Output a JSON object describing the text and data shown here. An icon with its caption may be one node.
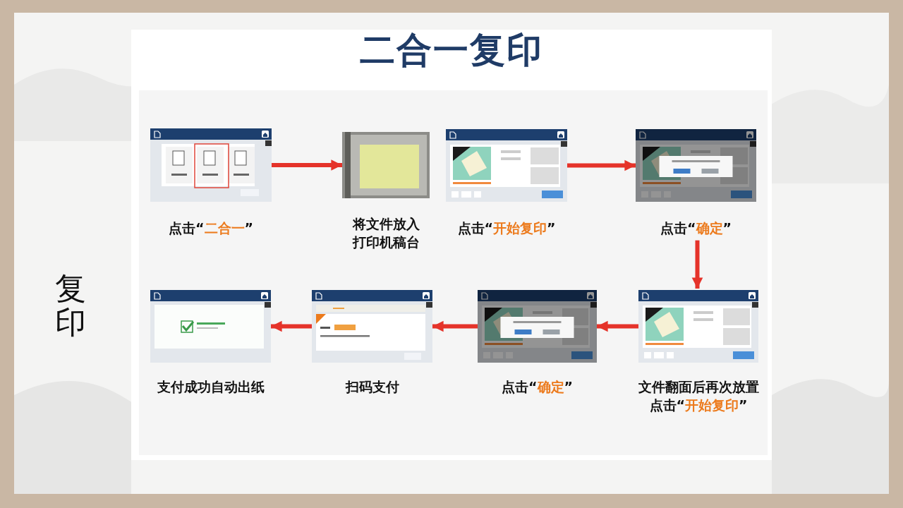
{
  "diagram": {
    "title": "二合一复印",
    "nodes": [
      {
        "text": [],
        "shape": "picture",
        "beside": [
          "点击“**二合一**”"
        ]
      },
      {
        "text": [],
        "shape": "picture",
        "beside": [
          "将文件放入打印机稿台"
        ]
      },
      {
        "text": [],
        "shape": "picture",
        "beside": [
          "点击“**开始复印**”"
        ]
      },
      {
        "text": [],
        "shape": "picture",
        "beside": [
          "点击“**确定**”"
        ]
      },
      {
        "text": [],
        "shape": "picture",
        "beside": [
          "文件翻面后再次放置点击“**开始复印**”"
        ]
      },
      {
        "text": [],
        "shape": "picture",
        "beside": [
          "点击“**确定**”"
        ]
      },
      {
        "text": [],
        "shape": "picture",
        "beside": [
          "扫码支付"
        ]
      },
      {
        "text": [],
        "shape": "picture",
        "beside": [
          "支付成功自动出纸"
        ]
      }
    ],
    "edges": [
      {
        "from": 0,
        "to": 1,
        "arrow": "to"
      },
      {
        "from": 2,
        "to": 3,
        "arrow": "to"
      },
      {
        "from": 3,
        "to": 4,
        "arrow": "to"
      },
      {
        "from": 4,
        "to": 5,
        "arrow": "to"
      },
      {
        "from": 5,
        "to": 6,
        "arrow": "to"
      },
      {
        "from": 6,
        "to": 7,
        "arrow": "to"
      }
    ],
    "labels": [
      "复印"
    ]
  }
}
